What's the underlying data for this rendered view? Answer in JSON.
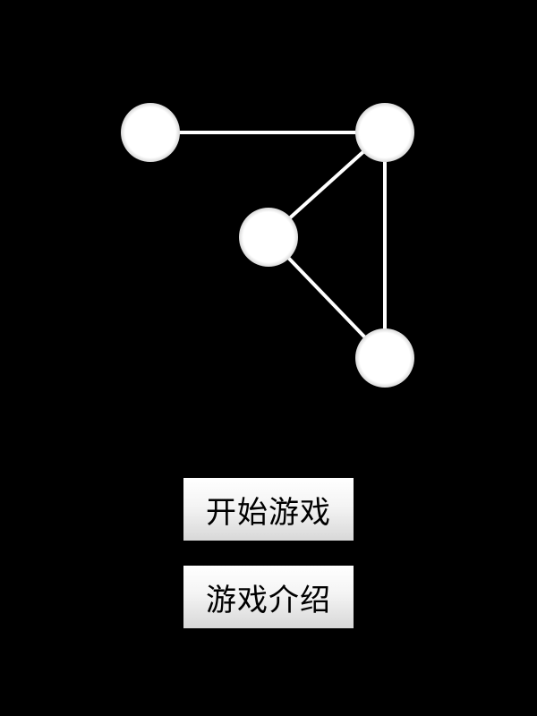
{
  "colors": {
    "background": "#000000",
    "node": "#ffffff",
    "edge": "#ffffff",
    "button_text": "#000000"
  },
  "menu": {
    "start_label": "开始游戏",
    "intro_label": "游戏介绍"
  },
  "graph": {
    "nodes": [
      "node-1",
      "node-2",
      "node-3",
      "node-4"
    ],
    "edges": [
      [
        "node-1",
        "node-2"
      ],
      [
        "node-2",
        "node-3"
      ],
      [
        "node-2",
        "node-4"
      ],
      [
        "node-3",
        "node-4"
      ]
    ]
  }
}
